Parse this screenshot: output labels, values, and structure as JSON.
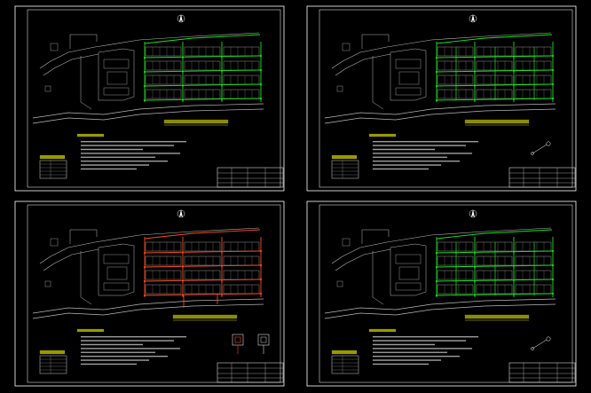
{
  "colors": {
    "background": "#000000",
    "frame": "#ffffff",
    "site": "#b8b8b8",
    "pipe_green": "#16e61a",
    "pipe_red": "#ff4a1e",
    "title_text": "#ffff00",
    "notes_text": "#f5f5f5"
  },
  "sheets": [
    {
      "id": "sheet-1",
      "pipe_color": "pipe_green",
      "has_detail": false,
      "has_pointer": false
    },
    {
      "id": "sheet-2",
      "pipe_color": "pipe_green",
      "has_detail": false,
      "has_pointer": true
    },
    {
      "id": "sheet-3",
      "pipe_color": "pipe_red",
      "has_detail": true,
      "has_pointer": false
    },
    {
      "id": "sheet-4",
      "pipe_color": "pipe_green",
      "has_detail": false,
      "has_pointer": true
    }
  ]
}
